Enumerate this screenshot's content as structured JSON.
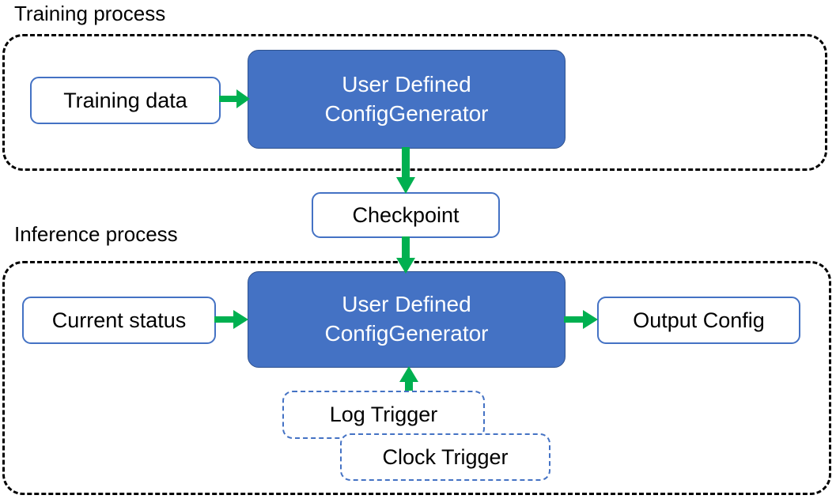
{
  "diagram": {
    "title_training": "Training process",
    "title_inference": "Inference process",
    "colors": {
      "process_fill": "#4472C4",
      "process_border": "#2F528F",
      "box_border": "#4472C4",
      "arrow": "#00B050",
      "container_border": "#000000",
      "text_dark": "#000000",
      "text_light": "#FFFFFF"
    },
    "boxes": {
      "training_data": "Training data",
      "generator_line1": "User Defined",
      "generator_line2": "ConfigGenerator",
      "checkpoint": "Checkpoint",
      "current_status": "Current status",
      "output_config": "Output Config",
      "log_trigger": "Log Trigger",
      "clock_trigger": "Clock Trigger"
    },
    "arrows": [
      {
        "name": "training-data-to-generator",
        "direction": "right"
      },
      {
        "name": "generator-to-checkpoint",
        "direction": "down"
      },
      {
        "name": "checkpoint-to-generator",
        "direction": "down"
      },
      {
        "name": "current-status-to-generator",
        "direction": "right"
      },
      {
        "name": "generator-to-output-config",
        "direction": "right"
      },
      {
        "name": "triggers-to-generator",
        "direction": "up"
      }
    ]
  }
}
